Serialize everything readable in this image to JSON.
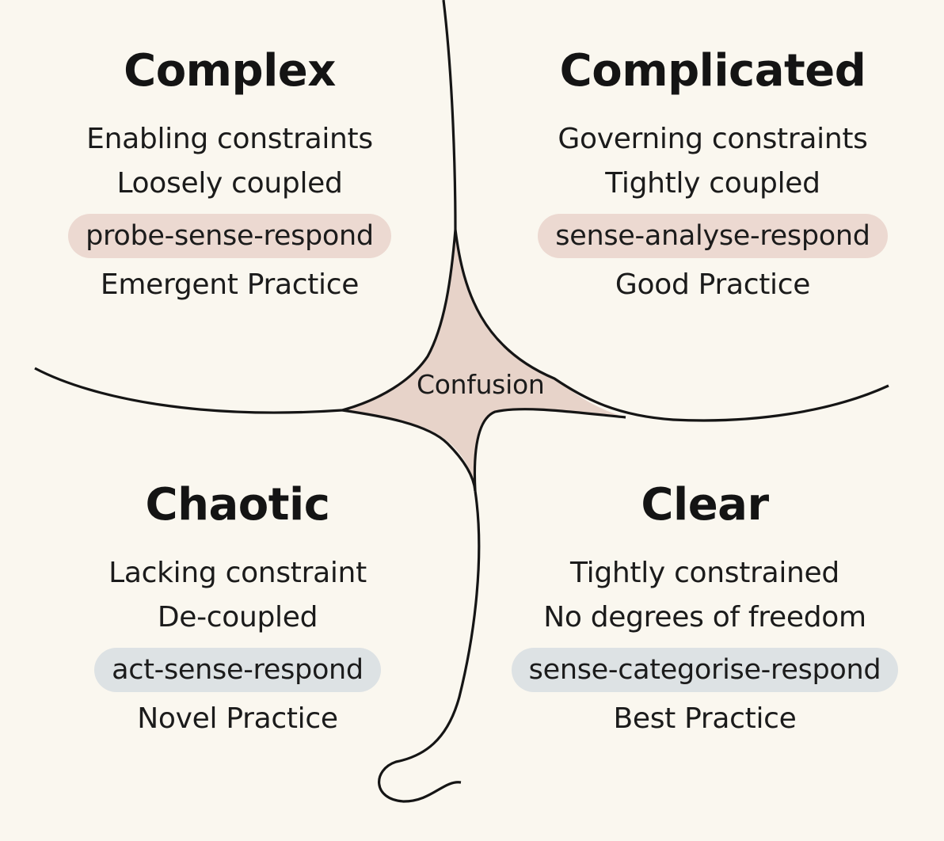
{
  "center": {
    "label": "Confusion"
  },
  "colors": {
    "background": "#faf7ef",
    "confusion_fill": "#e7d3c9",
    "warm_pill": "#ecd9d1",
    "cool_pill": "#dde2e4",
    "line": "#151515"
  },
  "quadrants": {
    "complex": {
      "title": "Complex",
      "line1": "Enabling constraints",
      "line2": "Loosely coupled",
      "approach": "probe-sense-respond",
      "practice": "Emergent Practice"
    },
    "complicated": {
      "title": "Complicated",
      "line1": "Governing constraints",
      "line2": "Tightly coupled",
      "approach": "sense-analyse-respond",
      "practice": "Good Practice"
    },
    "chaotic": {
      "title": "Chaotic",
      "line1": "Lacking constraint",
      "line2": "De-coupled",
      "approach": "act-sense-respond",
      "practice": "Novel Practice"
    },
    "clear": {
      "title": "Clear",
      "line1": "Tightly constrained",
      "line2": "No degrees of freedom",
      "approach": "sense-categorise-respond",
      "practice": "Best Practice"
    }
  }
}
